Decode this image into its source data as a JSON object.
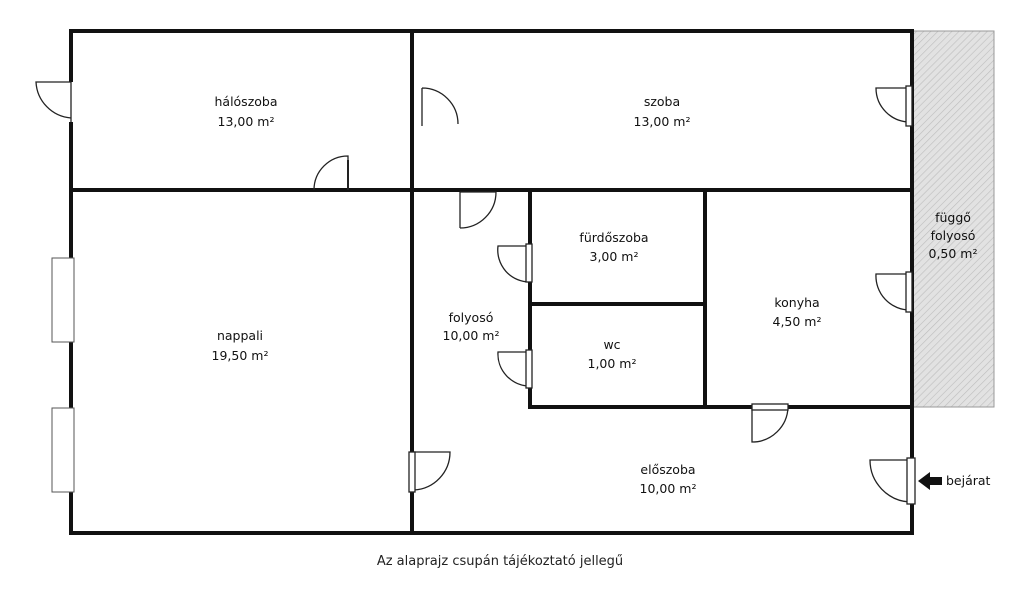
{
  "rooms": {
    "haloszoba": {
      "name": "hálószoba",
      "area": "13,00 m²"
    },
    "szoba": {
      "name": "szoba",
      "area": "13,00 m²"
    },
    "nappali": {
      "name": "nappali",
      "area": "19,50 m²"
    },
    "folyoso": {
      "name": "folyosó",
      "area": "10,00 m²"
    },
    "furdoszoba": {
      "name": "fürdőszoba",
      "area": "3,00 m²"
    },
    "wc": {
      "name": "wc",
      "area": "1,00 m²"
    },
    "konyha": {
      "name": "konyha",
      "area": "4,50 m²"
    },
    "eloszoba": {
      "name": "előszoba",
      "area": "10,00 m²"
    },
    "fuggo_folyoso": {
      "name_line1": "függő",
      "name_line2": "folyosó",
      "area": "0,50 m²"
    }
  },
  "entrance": {
    "label": "bejárat"
  },
  "caption": "Az alaprajz csupán tájékoztató jellegű",
  "colors": {
    "wall": "#111111",
    "balcony_fill": "#dcdcdc",
    "background": "#ffffff"
  }
}
